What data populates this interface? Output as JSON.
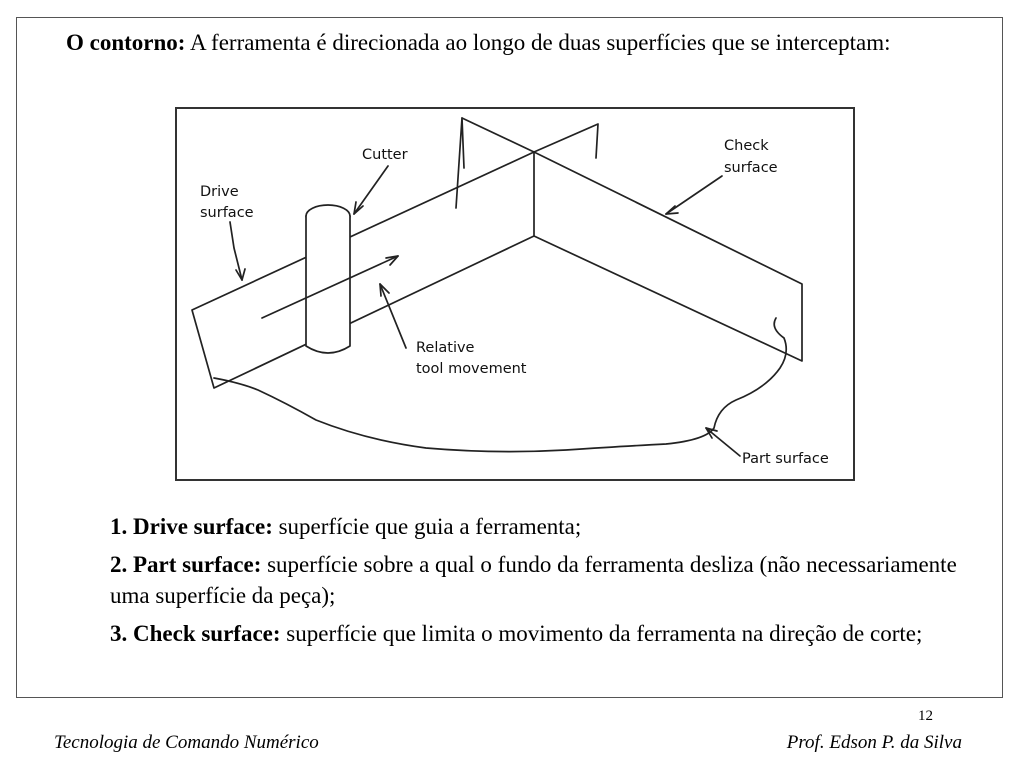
{
  "intro": {
    "title": "O contorno:",
    "text": " A ferramenta é direcionada ao longo de duas superfícies que se interceptam:"
  },
  "figure": {
    "labels": {
      "cutter": "Cutter",
      "drive_line1": "Drive",
      "drive_line2": "surface",
      "check_line1": "Check",
      "check_line2": "surface",
      "relative_line1": "Relative",
      "relative_line2": "tool movement",
      "part": "Part surface"
    }
  },
  "items": [
    {
      "num": "1. Drive surface:",
      "text": " superfície que guia a ferramenta;"
    },
    {
      "num": "2. Part surface:",
      "text": " superfície sobre a qual o fundo da ferramenta desliza (não necessariamente uma superfície  da peça);"
    },
    {
      "num": "3. Check surface:",
      "text": " superfície que limita o movimento da  ferramenta na direção de corte;"
    }
  ],
  "page_number": "12",
  "footer": {
    "left": "Tecnologia de Comando Numérico",
    "right": "Prof. Edson P. da Silva"
  }
}
